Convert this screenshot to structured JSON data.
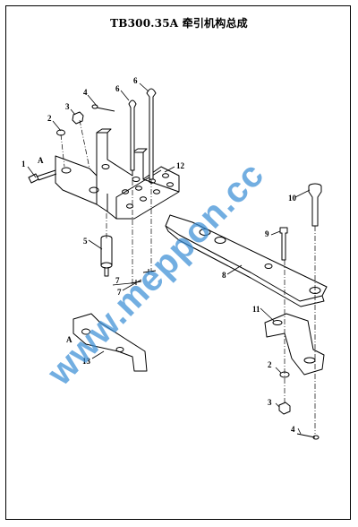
{
  "title": "TB300.35A  牵引机构总成",
  "watermark": "www.meppon.cc",
  "colors": {
    "line": "#000000",
    "watermark": "#3b8fd6",
    "background": "#ffffff"
  },
  "callouts": {
    "n1": "1",
    "n2": "2",
    "n3": "3",
    "n4": "4",
    "n5": "5",
    "n6a": "6",
    "n6b": "6",
    "n7a": "7",
    "n7b": "7",
    "n8": "8",
    "n9": "9",
    "n10": "10",
    "n11": "11",
    "n12": "12",
    "n13": "13",
    "n2r": "2",
    "n3r": "3",
    "n4r": "4",
    "a1": "A",
    "a2": "A"
  }
}
